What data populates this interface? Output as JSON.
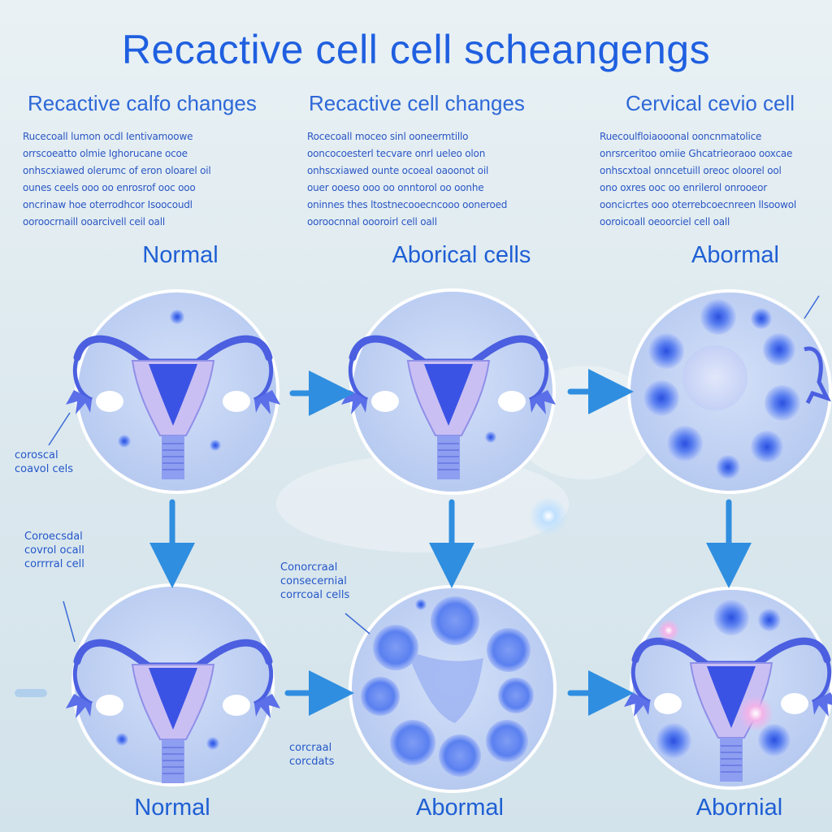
{
  "title": "Recactive cell cell scheangengs",
  "columns": [
    {
      "heading": "Recactive calfo changes",
      "blurb": [
        "Rucecoall lumon ocdl Ientivamoowe",
        "orrscoeatto olmie Ighorucane ocoe",
        "onhscxiawed olerumc of eron oloarel oil",
        "ounes ceels ooo oo enrosrof ooc ooo",
        "oncrinaw hoe oterrodhcor Isoocoudl",
        "ooroocrnaill ooarcivell ceil oall"
      ]
    },
    {
      "heading": "Recactive cell changes",
      "blurb": [
        "Rocecoall moceo sinl ooneermtillo",
        "ooncocoesterl tecvare onrl ueleo olon",
        "onhscxiawed ounte ocoeal oaoonot oil",
        "ouer ooeso ooo oo onntorol oo oonhe",
        "oninnes thes ltostnecooecncooo ooneroed",
        "ooroocnnal oooroirl cell oall"
      ]
    },
    {
      "heading": "Cervical cevio cell",
      "blurb": [
        "Ruecoulfloiaooonal ooncnmatolice",
        "onrsrceritoo omiie Ghcatrieoraoo ooxcae",
        "onhscxtoal onncetuill oreoc oloorel ool",
        "ono oxres ooc oo enrilerol onrooeor",
        "ooncicrtes ooo oterrebcoecnreen llsoowol",
        "ooroicoall oeoorciel cell oall"
      ]
    }
  ],
  "stages": {
    "top": [
      "Normal",
      "Aborical cells",
      "Abormal"
    ],
    "bottom": [
      "Normal",
      "Abormal",
      "Abornial"
    ]
  },
  "side_notes": {
    "left_top": [
      "coroscal",
      "coavol cels"
    ],
    "left_middle": [
      "Coroecsdal",
      "covrol ocall",
      "corrrral cell"
    ],
    "center_middle": [
      "Conorcraal",
      "consecernial",
      "corrcoal cells"
    ],
    "center_bottom": [
      "corcraal",
      "corcdats"
    ]
  },
  "colors": {
    "title": "#1f5fe0",
    "text": "#2a56c4",
    "arrow": "#2f8ee0",
    "circle_fill": "#c2d3f4",
    "circle_border": "#ffffff",
    "uterus": "#3b53e4",
    "cell_nucleus": "#2a4fe0"
  }
}
